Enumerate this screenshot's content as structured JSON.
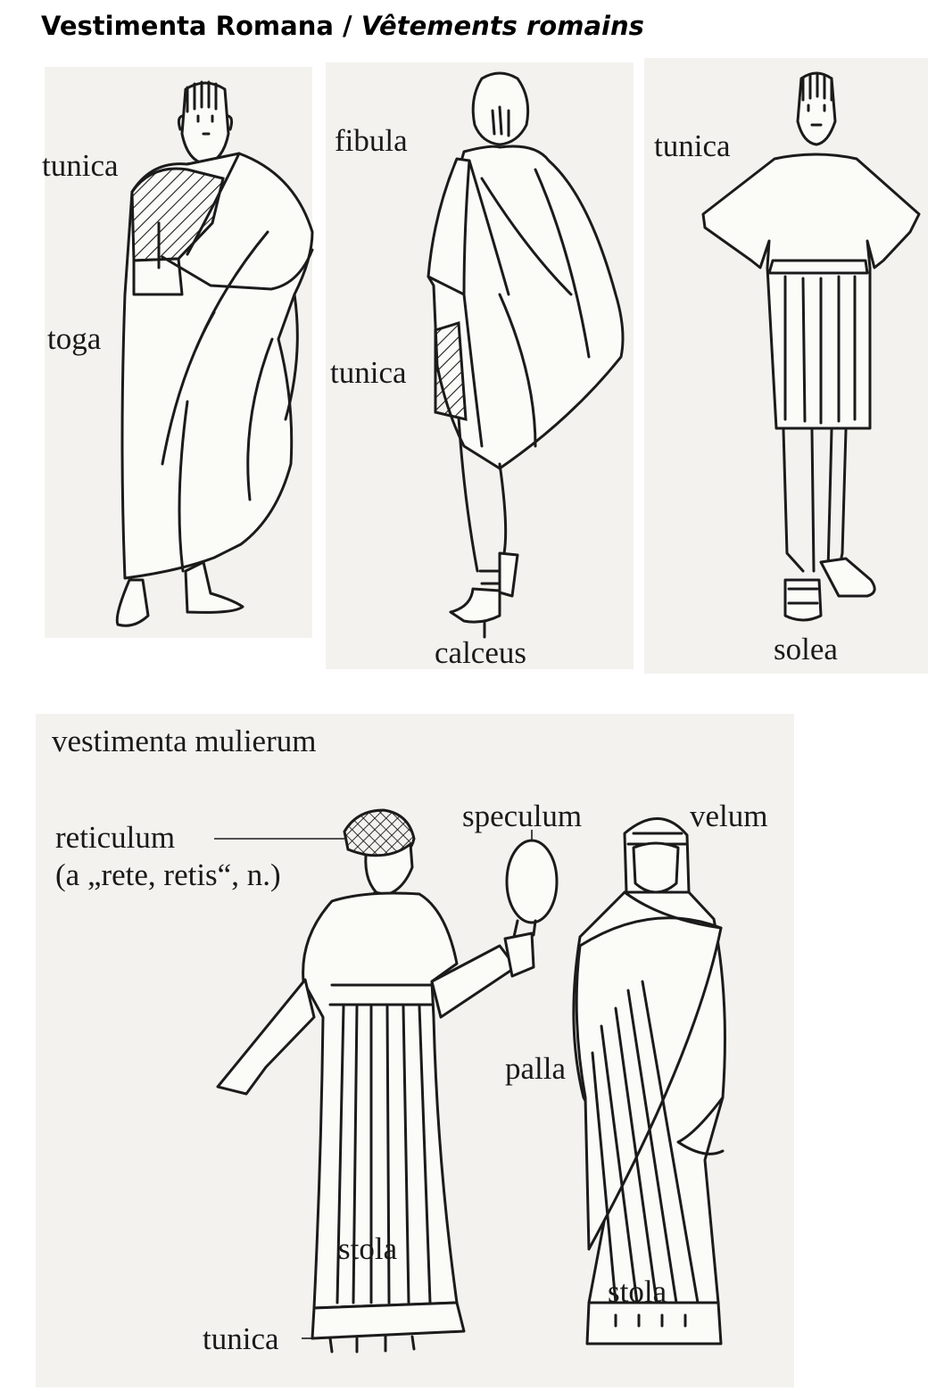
{
  "title": {
    "main": "Vestimenta Romana",
    "separator": " / ",
    "translation": "Vêtements romains"
  },
  "men": {
    "figure1": {
      "tunica": "tunica",
      "toga": "toga"
    },
    "figure2": {
      "fibula": "fibula",
      "tunica": "tunica",
      "calceus": "calceus"
    },
    "figure3": {
      "tunica": "tunica",
      "solea": "solea"
    }
  },
  "women": {
    "heading": "vestimenta mulierum",
    "figure1": {
      "reticulum": "reticulum",
      "reticulum_note": "(a „rete, retis“, n.)",
      "speculum": "speculum",
      "stola": "stola",
      "tunica": "tunica"
    },
    "figure2": {
      "velum": "velum",
      "palla": "palla",
      "stola": "stola"
    }
  }
}
